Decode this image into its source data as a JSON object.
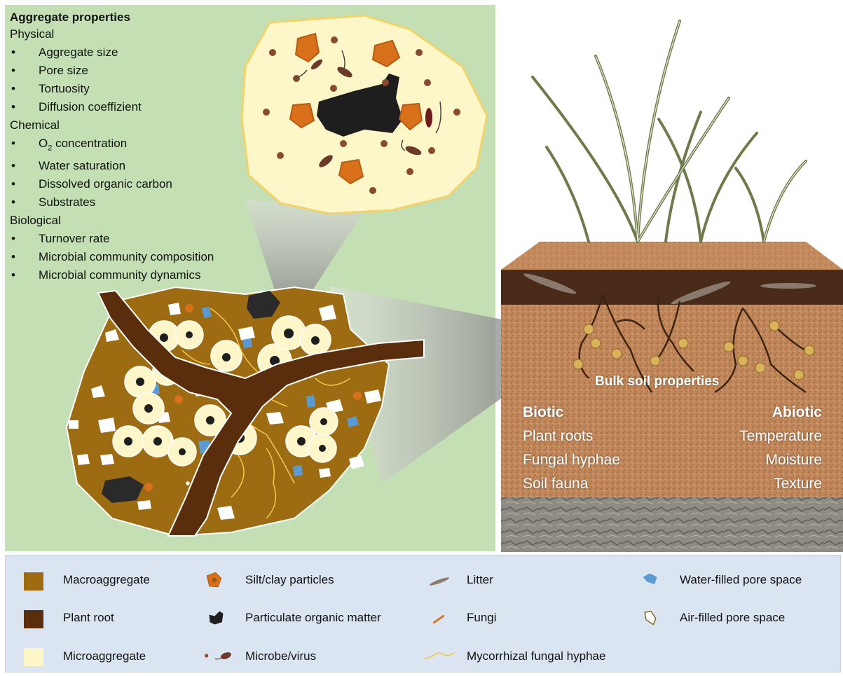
{
  "aggregate_properties": {
    "title": "Aggregate properties",
    "groups": [
      {
        "name": "Physical",
        "items": [
          "Aggregate size",
          "Pore size",
          "Tortuosity",
          "Diffusion coeffizient"
        ]
      },
      {
        "name": "Chemical",
        "items": [
          "O2 concentration",
          "Water saturation",
          "Dissolved organic carbon",
          "Substrates"
        ]
      },
      {
        "name": "Biological",
        "items": [
          "Turnover rate",
          "Microbial community composition",
          "Microbial community dynamics"
        ]
      }
    ],
    "o2_main": "O",
    "o2_sub": "2",
    "o2_rest": " concentration"
  },
  "bulk_soil": {
    "title": "Bulk soil properties",
    "biotic": {
      "heading": "Biotic",
      "items": [
        "Plant roots",
        "Fungal hyphae",
        "Soil fauna"
      ]
    },
    "abiotic": {
      "heading": "Abiotic",
      "items": [
        "Temperature",
        "Moisture",
        "Texture"
      ]
    }
  },
  "legend": [
    {
      "label": "Macroaggregate",
      "icon": "macroaggregate-swatch",
      "color": "#9c6b12"
    },
    {
      "label": "Plant root",
      "icon": "plant-root-swatch",
      "color": "#5a2d0c"
    },
    {
      "label": "Microaggregate",
      "icon": "microaggregate-swatch",
      "color": "#fdf6c8"
    },
    {
      "label": "Silt/clay particles",
      "icon": "silt-clay-icon",
      "color": "#d8701c"
    },
    {
      "label": "Particulate organic matter",
      "icon": "pom-icon",
      "color": "#1e1e1e"
    },
    {
      "label": "Microbe/virus",
      "icon": "microbe-icon",
      "color": "#7a4a32"
    },
    {
      "label": "Litter",
      "icon": "litter-icon",
      "color": "#8a7a6e"
    },
    {
      "label": "Fungi",
      "icon": "fungi-icon",
      "color": "#d8701c"
    },
    {
      "label": "Mycorrhizal fungal hyphae",
      "icon": "hyphae-icon",
      "color": "#f2c94c"
    },
    {
      "label": "Water-filled pore space",
      "icon": "water-pore-icon",
      "color": "#5b9bd5"
    },
    {
      "label": "Air-filled pore space",
      "icon": "air-pore-icon",
      "color": "#ffffff"
    }
  ],
  "colors": {
    "panel_green": "#c5dfb4",
    "legend_bg": "#dbe5f1",
    "macroaggregate": "#9c6b12",
    "root": "#5a2d0c",
    "microaggregate": "#fdf6c8"
  }
}
